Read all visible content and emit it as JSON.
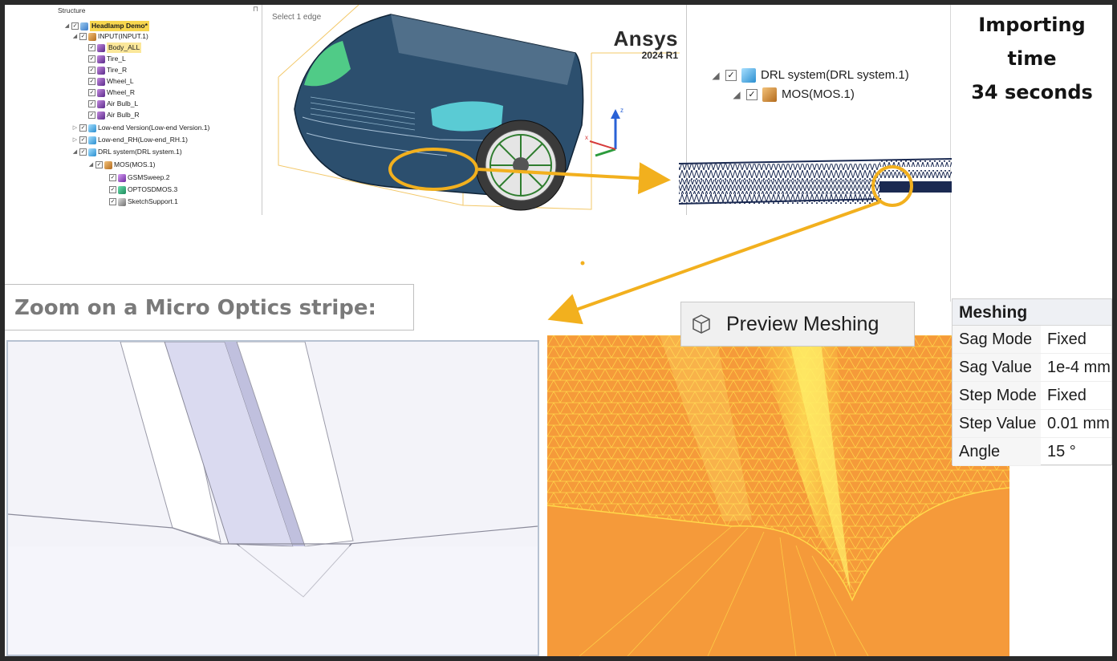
{
  "structure_tree": {
    "header": "Structure",
    "items": [
      {
        "label": "Headlamp Demo*",
        "icon": "document-icon",
        "highlight": true
      },
      {
        "label": "INPUT(INPUT.1)",
        "icon": "product-icon"
      },
      {
        "label": "Body_ALL",
        "icon": "body-icon",
        "highlight_light": true
      },
      {
        "label": "Tire_L",
        "icon": "body-icon"
      },
      {
        "label": "Tire_R",
        "icon": "body-icon"
      },
      {
        "label": "Wheel_L",
        "icon": "body-icon"
      },
      {
        "label": "Wheel_R",
        "icon": "body-icon"
      },
      {
        "label": "Air Bulb_L",
        "icon": "body-icon"
      },
      {
        "label": "Air Bulb_R",
        "icon": "body-icon"
      },
      {
        "label": "Low-end Version(Low-end Version.1)",
        "icon": "system-icon"
      },
      {
        "label": "Low-end_RH(Low-end_RH.1)",
        "icon": "system-icon"
      },
      {
        "label": "DRL system(DRL system.1)",
        "icon": "system-icon"
      },
      {
        "label": "MOS(MOS.1)",
        "icon": "product-icon"
      },
      {
        "label": "GSMSweep.2",
        "icon": "sweep-icon"
      },
      {
        "label": "OPTOSDMOS.3",
        "icon": "optical-icon"
      },
      {
        "label": "SketchSupport.1",
        "icon": "sketch-icon"
      }
    ]
  },
  "viewport": {
    "hint": "Select 1 edge",
    "logo_name": "Ansys",
    "logo_version": "2024 R1",
    "axis_z": "z",
    "axis_x": "x"
  },
  "right_tree": {
    "items": [
      {
        "label": "DRL system(DRL system.1)",
        "icon": "system-icon"
      },
      {
        "label": "MOS(MOS.1)",
        "icon": "product-icon"
      }
    ]
  },
  "import_time": {
    "line1": "Importing",
    "line2": "time",
    "line3": "34 seconds"
  },
  "zoom_label": "Zoom on a Micro Optics stripe:",
  "preview_button": "Preview Meshing",
  "meshing_props": {
    "title": "Meshing",
    "rows": [
      {
        "key": "Sag Mode",
        "value": "Fixed"
      },
      {
        "key": "Sag Value",
        "value": "1e-4 mm"
      },
      {
        "key": "Step Mode",
        "value": "Fixed"
      },
      {
        "key": "Step Value",
        "value": "0.01 mm"
      },
      {
        "key": "Angle",
        "value": "15 °"
      }
    ]
  },
  "colors": {
    "callout": "#f2b01e",
    "mesh_bg": "#f59a3a",
    "mesh_line": "#ffd84a",
    "car_body": "#2c4f6e"
  }
}
